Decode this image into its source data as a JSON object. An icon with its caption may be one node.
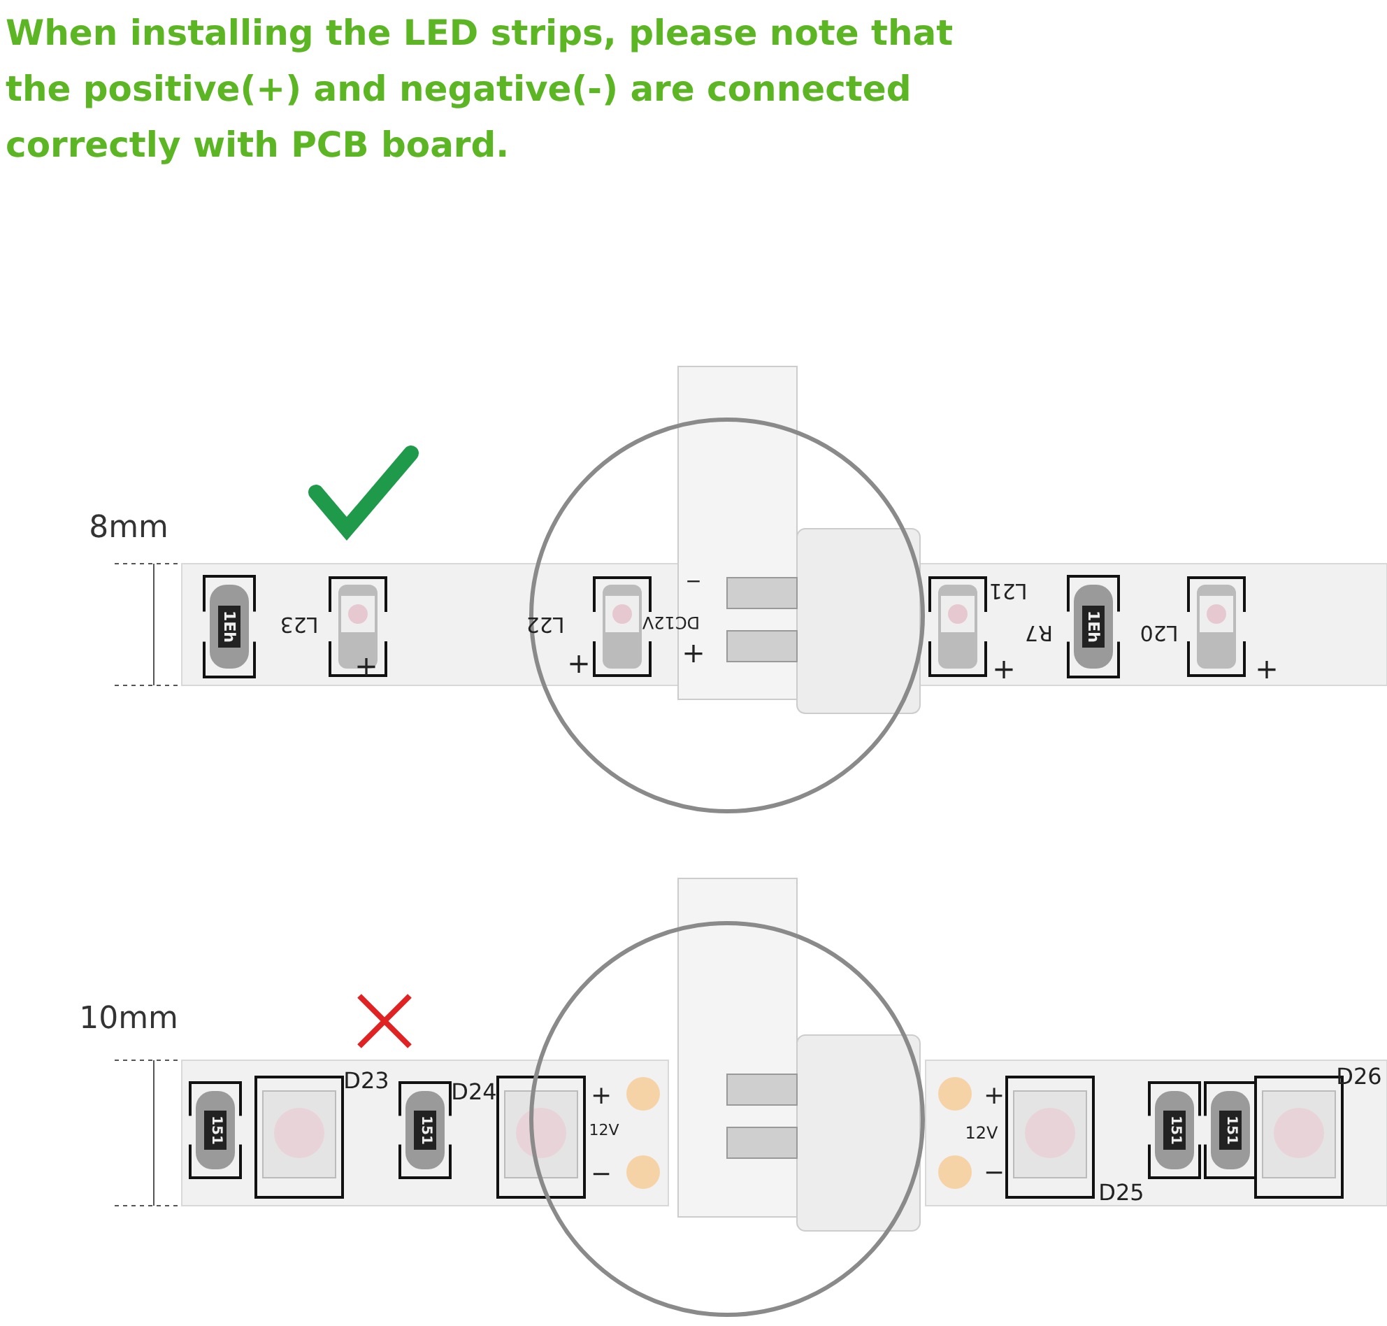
{
  "diagram": {
    "title": "When installing the LED strips, please note that the positive(+) and negative(-) are connected correctly with PCB board.",
    "labels": [
      "8mm",
      "10mm",
      "1Eh",
      "L23",
      "+",
      "L22",
      "+",
      "DC12V",
      "−",
      "+",
      "L21",
      "+",
      "R7",
      "1Eh",
      "L20",
      "+",
      "151",
      "D23",
      "151",
      "D24",
      "+",
      "12V",
      "−",
      "+",
      "12V",
      "−",
      "D25",
      "151",
      "151",
      "D26"
    ]
  }
}
